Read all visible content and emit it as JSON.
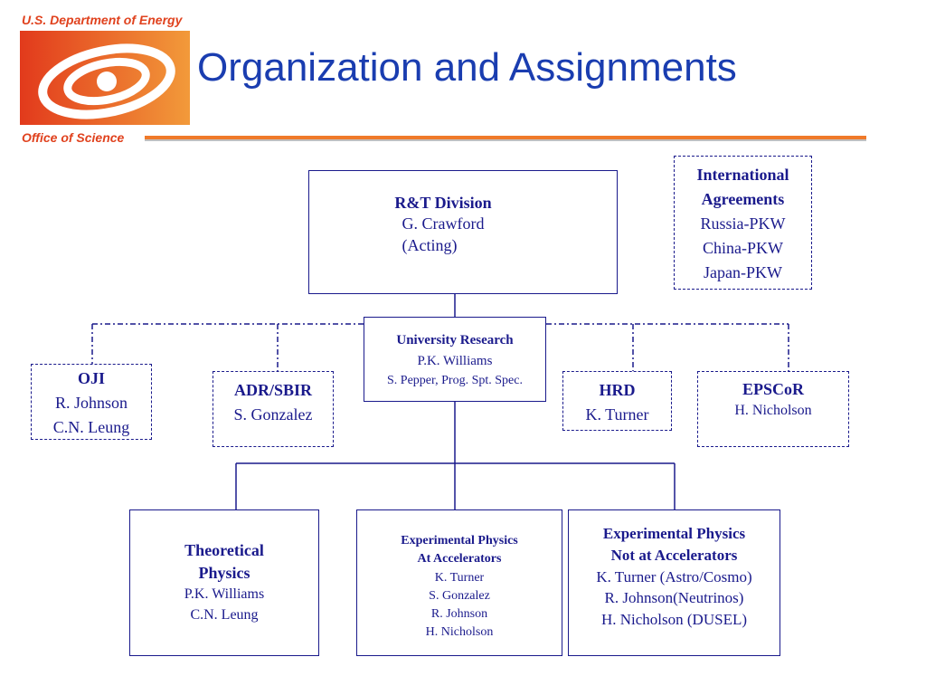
{
  "header": {
    "agency": "U.S. Department of Energy",
    "office": "Office of Science",
    "title": "Organization and Assignments"
  },
  "colors": {
    "brand_orange": "#e0421e",
    "title_blue": "#1a3db0",
    "ink": "#1a1a8c"
  },
  "org": {
    "rt_division": {
      "title": "R&T Division",
      "name": "G. Crawford",
      "note": "(Acting)"
    },
    "international": {
      "title1": "International",
      "title2": "Agreements",
      "l1": "Russia-PKW",
      "l2": "China-PKW",
      "l3": "Japan-PKW"
    },
    "university": {
      "title": "University Research",
      "name": "P.K. Williams",
      "staff": "S. Pepper, Prog. Spt. Spec."
    },
    "oji": {
      "title": "OJI",
      "l1": "R. Johnson",
      "l2": "C.N. Leung"
    },
    "adr": {
      "title": "ADR/SBIR",
      "l1": "S. Gonzalez"
    },
    "hrd": {
      "title": "HRD",
      "l1": "K. Turner"
    },
    "epscor": {
      "title": "EPSCoR",
      "l1": "H. Nicholson"
    },
    "theoretical": {
      "title1": "Theoretical",
      "title2": "Physics",
      "l1": "P.K. Williams",
      "l2": "C.N. Leung"
    },
    "exp_acc": {
      "title1": "Experimental Physics",
      "title2": "At Accelerators",
      "l1": "K. Turner",
      "l2": "S. Gonzalez",
      "l3": "R. Johnson",
      "l4": "H. Nicholson"
    },
    "exp_nonacc": {
      "title1": "Experimental Physics",
      "title2": "Not at Accelerators",
      "l1": "K. Turner (Astro/Cosmo)",
      "l2": "R. Johnson(Neutrinos)",
      "l3": "H. Nicholson (DUSEL)"
    }
  }
}
